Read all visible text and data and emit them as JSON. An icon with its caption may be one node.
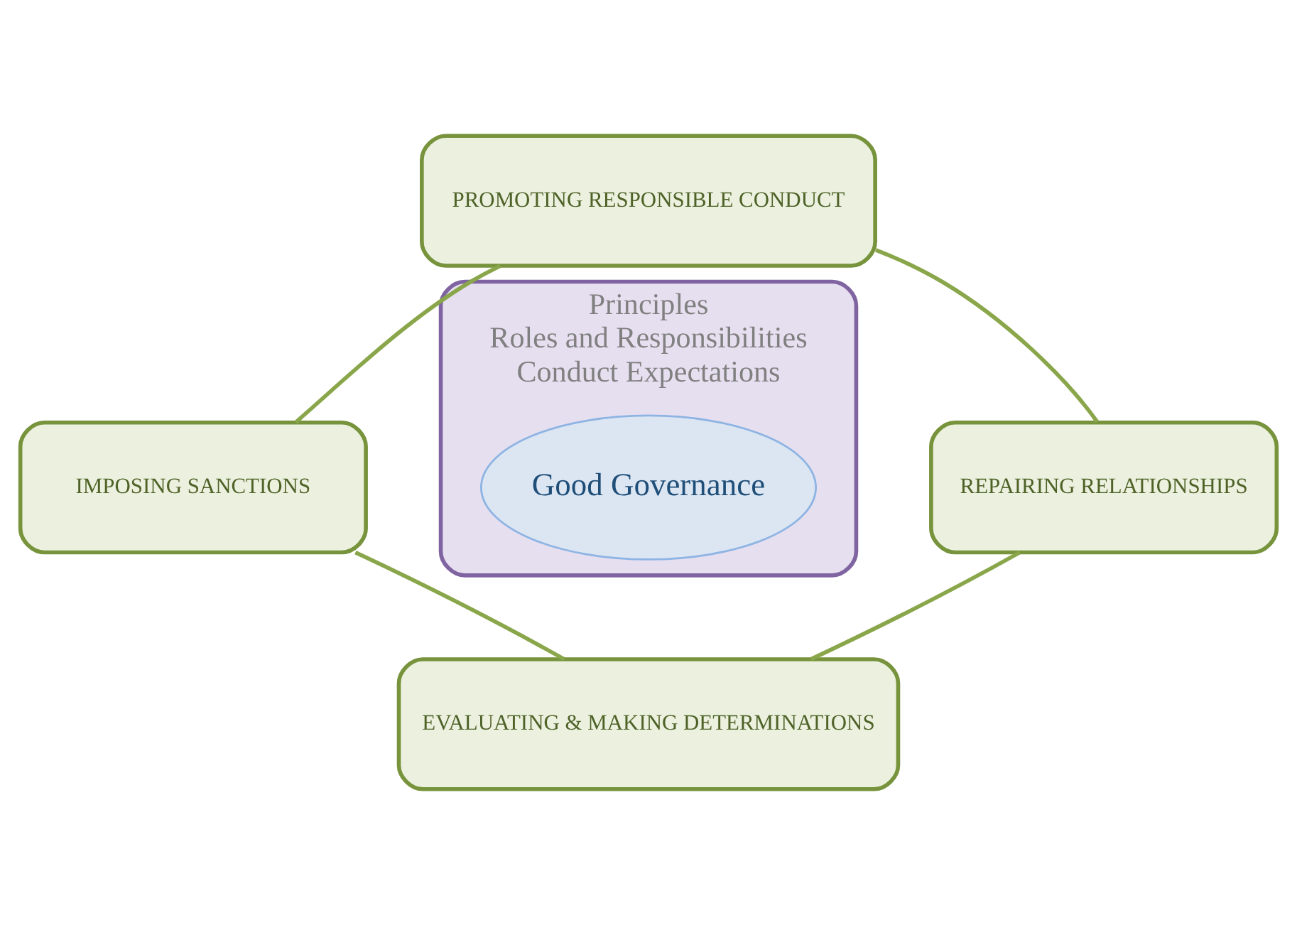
{
  "diagram": {
    "nodes": [
      {
        "text": [
          "PROMOTING RESPONSIBLE CONDUCT"
        ]
      },
      {
        "text": [
          "IMPOSING SANCTIONS"
        ]
      },
      {
        "text": [
          "Principles",
          "Roles and Responsibilities",
          "Conduct Expectations"
        ]
      },
      {
        "text": [
          "Good Governance"
        ],
        "in": 2
      },
      {
        "text": [
          "REPAIRING RELATIONSHIPS"
        ]
      },
      {
        "text": [
          "EVALUATING & MAKING DETERMINATIONS"
        ]
      }
    ],
    "edges": [
      {
        "from": 0,
        "to": 4,
        "arrow": "none"
      },
      {
        "from": 4,
        "to": 5,
        "arrow": "none"
      },
      {
        "from": 5,
        "to": 1,
        "arrow": "none"
      },
      {
        "from": 1,
        "to": 0,
        "arrow": "none"
      }
    ]
  }
}
